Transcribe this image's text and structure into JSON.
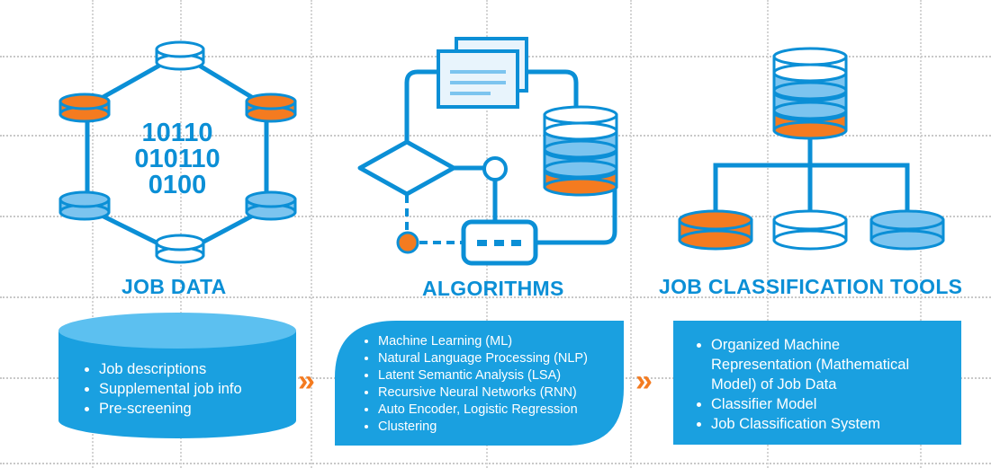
{
  "binary": [
    "10110",
    "010110",
    "0100"
  ],
  "sections": [
    {
      "title": "JOB DATA",
      "items": [
        "Job descriptions",
        "Supplemental job info",
        "Pre-screening"
      ]
    },
    {
      "title": "ALGORITHMS",
      "items": [
        "Machine Learning (ML)",
        "Natural Language Processing (NLP)",
        "Latent Semantic Analysis (LSA)",
        "Recursive Neural Networks (RNN)",
        "Auto Encoder, Logistic Regression",
        "Clustering"
      ]
    },
    {
      "title": "JOB CLASSIFICATION TOOLS",
      "items": [
        "Organized Machine Representation (Mathematical Model) of Job Data",
        "Classifier Model",
        "Job Classification System"
      ]
    }
  ],
  "arrow_glyph": "»",
  "colors": {
    "blue": "#0b8fd6",
    "light_blue": "#7cc4ef",
    "orange": "#f47b20",
    "box_blue": "#1aa0e0"
  }
}
